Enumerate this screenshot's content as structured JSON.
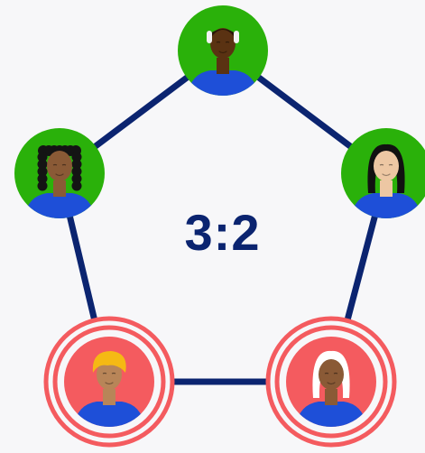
{
  "score": {
    "ratio_text": "3:2"
  },
  "colors": {
    "edge": "#0b2470",
    "background": "#f7f7f9",
    "node_green": "#2ab10a",
    "node_red": "#f45b5f",
    "ring_red": "#f45b5f",
    "shirt": "#1e4fd8"
  },
  "people": [
    {
      "id": "top",
      "status": "green",
      "highlighted": false,
      "icon": "person-short-dark-hair-icon"
    },
    {
      "id": "left",
      "status": "green",
      "highlighted": false,
      "icon": "person-curly-hair-icon"
    },
    {
      "id": "right",
      "status": "green",
      "highlighted": false,
      "icon": "person-long-black-hair-icon"
    },
    {
      "id": "bottom-left",
      "status": "red",
      "highlighted": true,
      "icon": "person-blond-hair-icon"
    },
    {
      "id": "bottom-right",
      "status": "red",
      "highlighted": true,
      "icon": "person-white-hair-icon"
    }
  ]
}
